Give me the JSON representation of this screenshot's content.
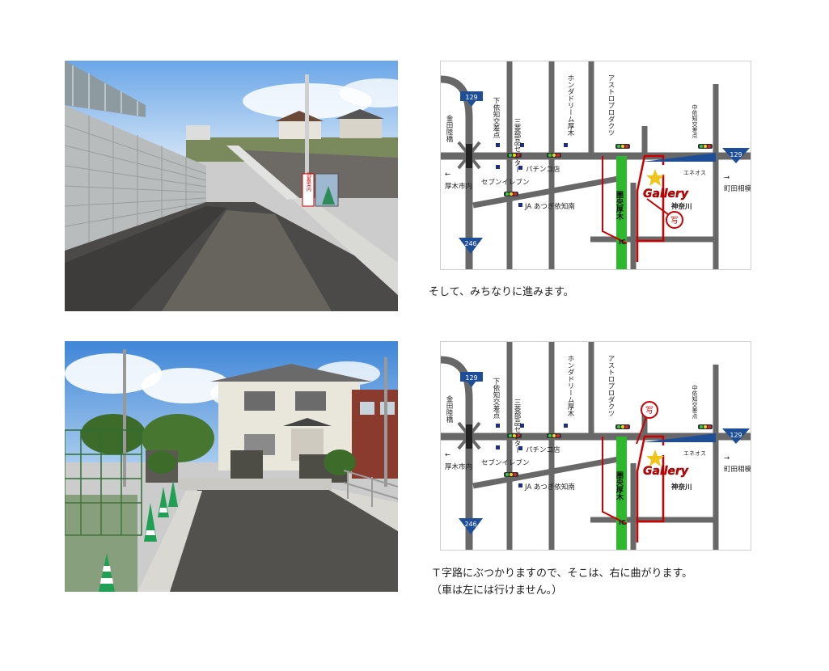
{
  "steps": [
    {
      "caption_lines": [
        "そして、みちなりに進みます。"
      ],
      "photo": {
        "sign_text": "到着案内"
      }
    },
    {
      "caption_lines": [
        "Ｔ字路にぶつかりますので、そこは、右に曲がります。",
        "（車は左には行けません。）"
      ]
    }
  ],
  "map": {
    "route_129": "129",
    "route_246": "246",
    "labels": {
      "kaneda": "金田陸橋",
      "shimoyochi": "下依知交差点",
      "sanryo": "三菱部品センター",
      "honda": "ホンダドリーム厚木",
      "astro": "アストロプロダクツ",
      "chuyochi": "中依知交差点",
      "atsugi_city_arrow": "←",
      "atsugi_city": "厚木市内",
      "seven": "セブンイレブン",
      "pachinko": "パチンコ店",
      "ja": "JA あつぎ依知南",
      "eneos": "エネオス",
      "machida_arrow": "→",
      "machida": "町田相模原",
      "kenou": "圏央厚木",
      "ic": "IC",
      "kanagawa": "神奈川",
      "gallery_logo": "Gallery",
      "photo_mark": "写"
    },
    "colors": {
      "road": "#686868",
      "route_blue": "#1f4e99",
      "route_red": "#cc0000",
      "expressway_green": "#2eb82e",
      "star": "#f0c419",
      "marker_navy": "#1f2f80"
    }
  }
}
